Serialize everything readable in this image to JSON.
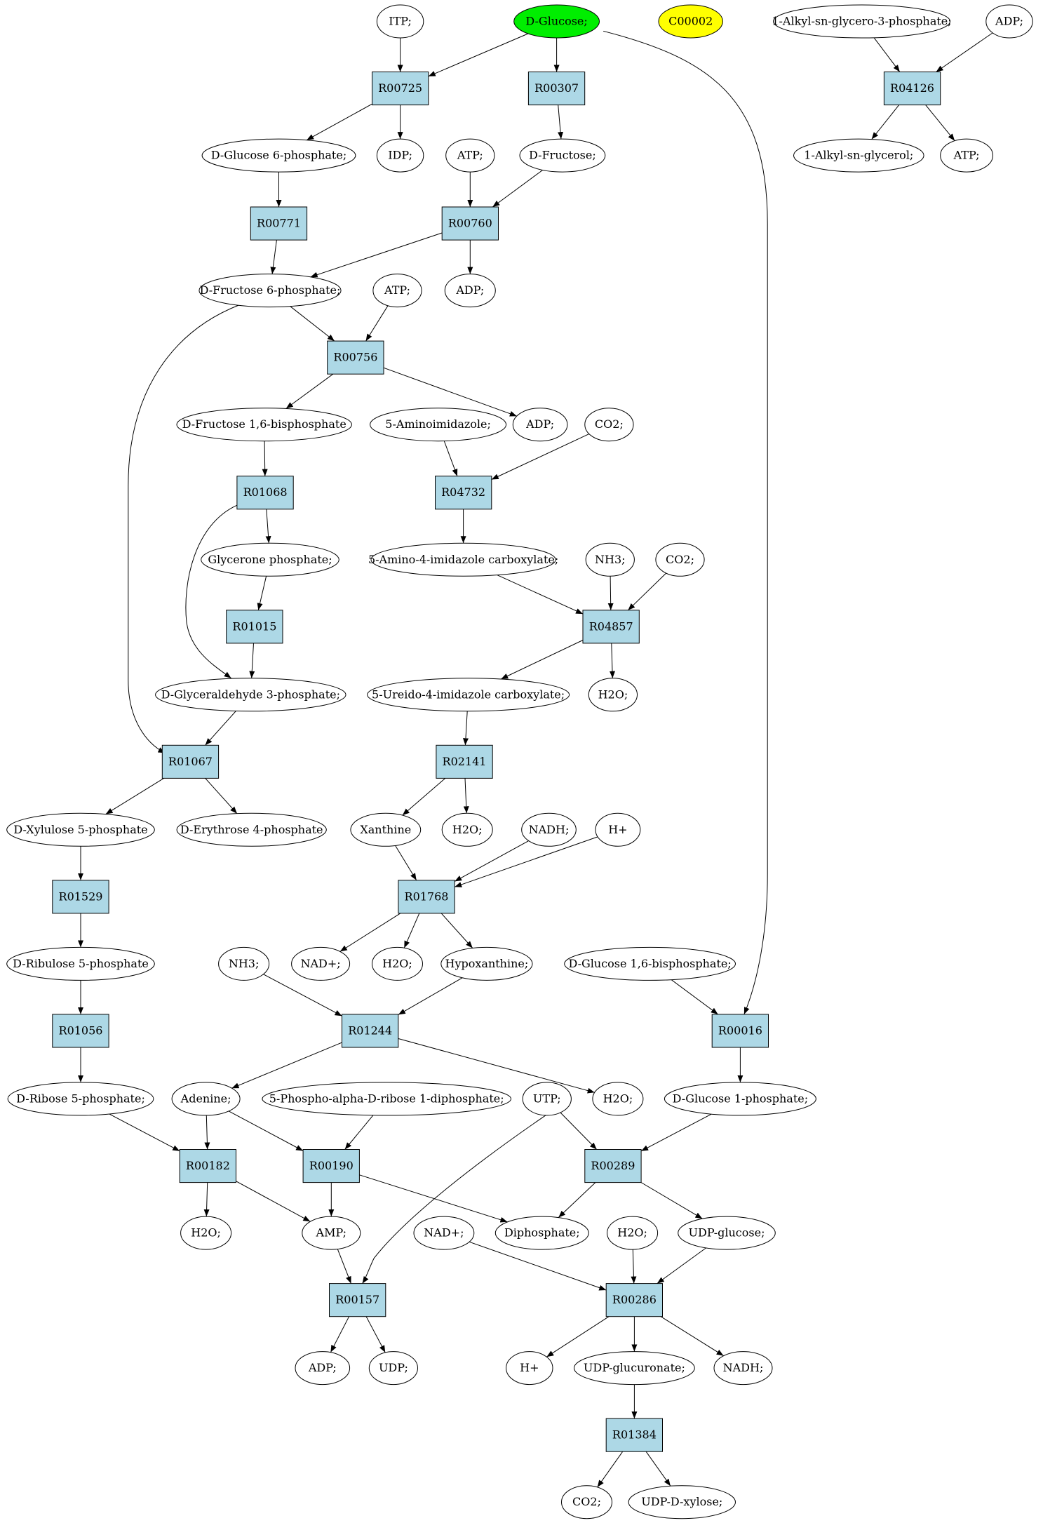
{
  "colors": {
    "reaction_fill": "#add8e6",
    "compound_fill": "#ffffff",
    "start_fill": "#00ee00",
    "extra_fill": "#ffff00",
    "stroke": "#000000"
  },
  "nodes": [
    {
      "id": "itp1",
      "label": "ITP;",
      "kind": "compound"
    },
    {
      "id": "dglucose",
      "label": "D-Glucose;",
      "kind": "start"
    },
    {
      "id": "c00002",
      "label": "C00002",
      "kind": "extra"
    },
    {
      "id": "alkylsn3p",
      "label": "1-Alkyl-sn-glycero-3-phosphate;",
      "kind": "compound"
    },
    {
      "id": "adp_top",
      "label": "ADP;",
      "kind": "compound"
    },
    {
      "id": "R00725",
      "label": "R00725",
      "kind": "reaction"
    },
    {
      "id": "R00307",
      "label": "R00307",
      "kind": "reaction"
    },
    {
      "id": "R04126",
      "label": "R04126",
      "kind": "reaction"
    },
    {
      "id": "g6p",
      "label": "D-Glucose 6-phosphate;",
      "kind": "compound"
    },
    {
      "id": "idp",
      "label": "IDP;",
      "kind": "compound"
    },
    {
      "id": "atp1",
      "label": "ATP;",
      "kind": "compound"
    },
    {
      "id": "dfructose",
      "label": "D-Fructose;",
      "kind": "compound"
    },
    {
      "id": "alkylsn",
      "label": "1-Alkyl-sn-glycerol;",
      "kind": "compound"
    },
    {
      "id": "atp_r",
      "label": "ATP;",
      "kind": "compound"
    },
    {
      "id": "R00771",
      "label": "R00771",
      "kind": "reaction"
    },
    {
      "id": "R00760",
      "label": "R00760",
      "kind": "reaction"
    },
    {
      "id": "f6p",
      "label": "D-Fructose 6-phosphate;",
      "kind": "compound"
    },
    {
      "id": "atp2",
      "label": "ATP;",
      "kind": "compound"
    },
    {
      "id": "adp1",
      "label": "ADP;",
      "kind": "compound"
    },
    {
      "id": "R00756",
      "label": "R00756",
      "kind": "reaction"
    },
    {
      "id": "f16bp",
      "label": "D-Fructose 1,6-bisphosphate",
      "kind": "compound"
    },
    {
      "id": "aminoimid",
      "label": "5-Aminoimidazole;",
      "kind": "compound"
    },
    {
      "id": "adp2",
      "label": "ADP;",
      "kind": "compound"
    },
    {
      "id": "co2a",
      "label": "CO2;",
      "kind": "compound"
    },
    {
      "id": "R01068",
      "label": "R01068",
      "kind": "reaction"
    },
    {
      "id": "R04732",
      "label": "R04732",
      "kind": "reaction"
    },
    {
      "id": "glycerone",
      "label": "Glycerone phosphate;",
      "kind": "compound"
    },
    {
      "id": "aicarbox",
      "label": "5-Amino-4-imidazole carboxylate;",
      "kind": "compound"
    },
    {
      "id": "nh3a",
      "label": "NH3;",
      "kind": "compound"
    },
    {
      "id": "co2b",
      "label": "CO2;",
      "kind": "compound"
    },
    {
      "id": "R01015",
      "label": "R01015",
      "kind": "reaction"
    },
    {
      "id": "R04857",
      "label": "R04857",
      "kind": "reaction"
    },
    {
      "id": "g3p",
      "label": "D-Glyceraldehyde 3-phosphate;",
      "kind": "compound"
    },
    {
      "id": "ureido",
      "label": "5-Ureido-4-imidazole carboxylate;",
      "kind": "compound"
    },
    {
      "id": "h2o1",
      "label": "H2O;",
      "kind": "compound"
    },
    {
      "id": "R01067",
      "label": "R01067",
      "kind": "reaction"
    },
    {
      "id": "R02141",
      "label": "R02141",
      "kind": "reaction"
    },
    {
      "id": "xu5p",
      "label": "D-Xylulose 5-phosphate",
      "kind": "compound"
    },
    {
      "id": "e4p",
      "label": "D-Erythrose 4-phosphate",
      "kind": "compound"
    },
    {
      "id": "xanthine",
      "label": "Xanthine",
      "kind": "compound"
    },
    {
      "id": "h2o2",
      "label": "H2O;",
      "kind": "compound"
    },
    {
      "id": "nadh1",
      "label": "NADH;",
      "kind": "compound"
    },
    {
      "id": "hplus1",
      "label": "H+",
      "kind": "compound"
    },
    {
      "id": "R01529",
      "label": "R01529",
      "kind": "reaction"
    },
    {
      "id": "R01768",
      "label": "R01768",
      "kind": "reaction"
    },
    {
      "id": "ru5p",
      "label": "D-Ribulose 5-phosphate",
      "kind": "compound"
    },
    {
      "id": "nh3b",
      "label": "NH3;",
      "kind": "compound"
    },
    {
      "id": "nadplus1",
      "label": "NAD+;",
      "kind": "compound"
    },
    {
      "id": "h2o3",
      "label": "H2O;",
      "kind": "compound"
    },
    {
      "id": "hypoxanthine",
      "label": "Hypoxanthine;",
      "kind": "compound"
    },
    {
      "id": "g16bp",
      "label": "D-Glucose 1,6-bisphosphate;",
      "kind": "compound"
    },
    {
      "id": "R01056",
      "label": "R01056",
      "kind": "reaction"
    },
    {
      "id": "R01244",
      "label": "R01244",
      "kind": "reaction"
    },
    {
      "id": "R00016",
      "label": "R00016",
      "kind": "reaction"
    },
    {
      "id": "r5p",
      "label": "D-Ribose 5-phosphate;",
      "kind": "compound"
    },
    {
      "id": "adenine",
      "label": "Adenine;",
      "kind": "compound"
    },
    {
      "id": "prpp",
      "label": "5-Phospho-alpha-D-ribose 1-diphosphate;",
      "kind": "compound"
    },
    {
      "id": "utp",
      "label": "UTP;",
      "kind": "compound"
    },
    {
      "id": "h2o4",
      "label": "H2O;",
      "kind": "compound"
    },
    {
      "id": "g1p",
      "label": "D-Glucose 1-phosphate;",
      "kind": "compound"
    },
    {
      "id": "R00182",
      "label": "R00182",
      "kind": "reaction"
    },
    {
      "id": "R00190",
      "label": "R00190",
      "kind": "reaction"
    },
    {
      "id": "R00289",
      "label": "R00289",
      "kind": "reaction"
    },
    {
      "id": "h2o5",
      "label": "H2O;",
      "kind": "compound"
    },
    {
      "id": "amp",
      "label": "AMP;",
      "kind": "compound"
    },
    {
      "id": "nadplus2",
      "label": "NAD+;",
      "kind": "compound"
    },
    {
      "id": "diphosphate",
      "label": "Diphosphate;",
      "kind": "compound"
    },
    {
      "id": "h2o6",
      "label": "H2O;",
      "kind": "compound"
    },
    {
      "id": "udpglucose",
      "label": "UDP-glucose;",
      "kind": "compound"
    },
    {
      "id": "R00157",
      "label": "R00157",
      "kind": "reaction"
    },
    {
      "id": "R00286",
      "label": "R00286",
      "kind": "reaction"
    },
    {
      "id": "adp3",
      "label": "ADP;",
      "kind": "compound"
    },
    {
      "id": "udp",
      "label": "UDP;",
      "kind": "compound"
    },
    {
      "id": "hplus2",
      "label": "H+",
      "kind": "compound"
    },
    {
      "id": "udpglucuronate",
      "label": "UDP-glucuronate;",
      "kind": "compound"
    },
    {
      "id": "nadh2",
      "label": "NADH;",
      "kind": "compound"
    },
    {
      "id": "R01384",
      "label": "R01384",
      "kind": "reaction"
    },
    {
      "id": "co2c",
      "label": "CO2;",
      "kind": "compound"
    },
    {
      "id": "udpxylose",
      "label": "UDP-D-xylose;",
      "kind": "compound"
    }
  ],
  "edges": [
    [
      "itp1",
      "R00725"
    ],
    [
      "dglucose",
      "R00725"
    ],
    [
      "dglucose",
      "R00307"
    ],
    [
      "dglucose",
      "R00016"
    ],
    [
      "alkylsn3p",
      "R04126"
    ],
    [
      "adp_top",
      "R04126"
    ],
    [
      "R00725",
      "g6p"
    ],
    [
      "R00725",
      "idp"
    ],
    [
      "R00307",
      "dfructose"
    ],
    [
      "R04126",
      "alkylsn"
    ],
    [
      "R04126",
      "atp_r"
    ],
    [
      "g6p",
      "R00771"
    ],
    [
      "atp1",
      "R00760"
    ],
    [
      "dfructose",
      "R00760"
    ],
    [
      "R00771",
      "f6p"
    ],
    [
      "R00760",
      "f6p"
    ],
    [
      "R00760",
      "adp1"
    ],
    [
      "f6p",
      "R00756"
    ],
    [
      "atp2",
      "R00756"
    ],
    [
      "f6p",
      "R01067"
    ],
    [
      "R00756",
      "f16bp"
    ],
    [
      "R00756",
      "adp2"
    ],
    [
      "f16bp",
      "R01068"
    ],
    [
      "aminoimid",
      "R04732"
    ],
    [
      "co2a",
      "R04732"
    ],
    [
      "R01068",
      "glycerone"
    ],
    [
      "R01068",
      "g3p"
    ],
    [
      "R04732",
      "aicarbox"
    ],
    [
      "glycerone",
      "R01015"
    ],
    [
      "aicarbox",
      "R04857"
    ],
    [
      "nh3a",
      "R04857"
    ],
    [
      "co2b",
      "R04857"
    ],
    [
      "R01015",
      "g3p"
    ],
    [
      "R04857",
      "ureido"
    ],
    [
      "R04857",
      "h2o1"
    ],
    [
      "g3p",
      "R01067"
    ],
    [
      "ureido",
      "R02141"
    ],
    [
      "R01067",
      "xu5p"
    ],
    [
      "R01067",
      "e4p"
    ],
    [
      "R02141",
      "xanthine"
    ],
    [
      "R02141",
      "h2o2"
    ],
    [
      "xu5p",
      "R01529"
    ],
    [
      "xanthine",
      "R01768"
    ],
    [
      "nadh1",
      "R01768"
    ],
    [
      "hplus1",
      "R01768"
    ],
    [
      "R01529",
      "ru5p"
    ],
    [
      "R01768",
      "nadplus1"
    ],
    [
      "R01768",
      "h2o3"
    ],
    [
      "R01768",
      "hypoxanthine"
    ],
    [
      "ru5p",
      "R01056"
    ],
    [
      "nh3b",
      "R01244"
    ],
    [
      "hypoxanthine",
      "R01244"
    ],
    [
      "g16bp",
      "R00016"
    ],
    [
      "R01056",
      "r5p"
    ],
    [
      "R01244",
      "adenine"
    ],
    [
      "R01244",
      "h2o4"
    ],
    [
      "R00016",
      "g1p"
    ],
    [
      "r5p",
      "R00182"
    ],
    [
      "adenine",
      "R00182"
    ],
    [
      "adenine",
      "R00190"
    ],
    [
      "prpp",
      "R00190"
    ],
    [
      "utp",
      "R00289"
    ],
    [
      "g1p",
      "R00289"
    ],
    [
      "utp",
      "R00157"
    ],
    [
      "R00182",
      "h2o5"
    ],
    [
      "R00182",
      "amp"
    ],
    [
      "R00190",
      "amp"
    ],
    [
      "R00190",
      "diphosphate"
    ],
    [
      "R00289",
      "diphosphate"
    ],
    [
      "R00289",
      "udpglucose"
    ],
    [
      "amp",
      "R00157"
    ],
    [
      "nadplus2",
      "R00286"
    ],
    [
      "h2o6",
      "R00286"
    ],
    [
      "udpglucose",
      "R00286"
    ],
    [
      "R00157",
      "adp3"
    ],
    [
      "R00157",
      "udp"
    ],
    [
      "R00286",
      "hplus2"
    ],
    [
      "R00286",
      "udpglucuronate"
    ],
    [
      "R00286",
      "nadh2"
    ],
    [
      "udpglucuronate",
      "R01384"
    ],
    [
      "R01384",
      "co2c"
    ],
    [
      "R01384",
      "udpxylose"
    ]
  ]
}
